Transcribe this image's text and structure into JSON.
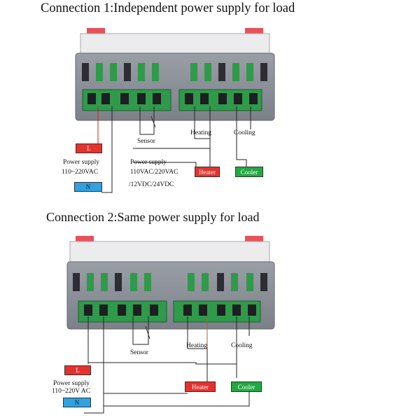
{
  "connection1": {
    "title": "Connection 1:Independent power supply for load",
    "power_label_line1": "Power supply",
    "power_label_line2": "110~220VAC",
    "sensor_label": "Sensor",
    "load_power_line1": "Power supply",
    "load_power_line2": "110VAC/220VAC",
    "load_power_line3": "/12VDC/24VDC",
    "heating_label": "Heating",
    "cooling_label": "Cooling",
    "l_label": "L",
    "n_label": "N",
    "heater_label": "Heater",
    "cooler_label": "Cooler"
  },
  "connection2": {
    "title": "Connection 2:Same power supply for load",
    "power_label_line1": "Power supply",
    "power_label_line2": "110~220V AC",
    "sensor_label": "Sensor",
    "heating_label": "Heating",
    "cooling_label": "Cooling",
    "l_label": "L",
    "n_label": "N",
    "heater_label": "Heater",
    "cooler_label": "Cooler"
  },
  "colors": {
    "device_body": "#8a8e96",
    "terminal_green": "#2f9a4a",
    "red_box": "#e5322d",
    "green_box": "#23a843",
    "blue_box": "#2fa2df",
    "red_clip": "#e8505a"
  }
}
